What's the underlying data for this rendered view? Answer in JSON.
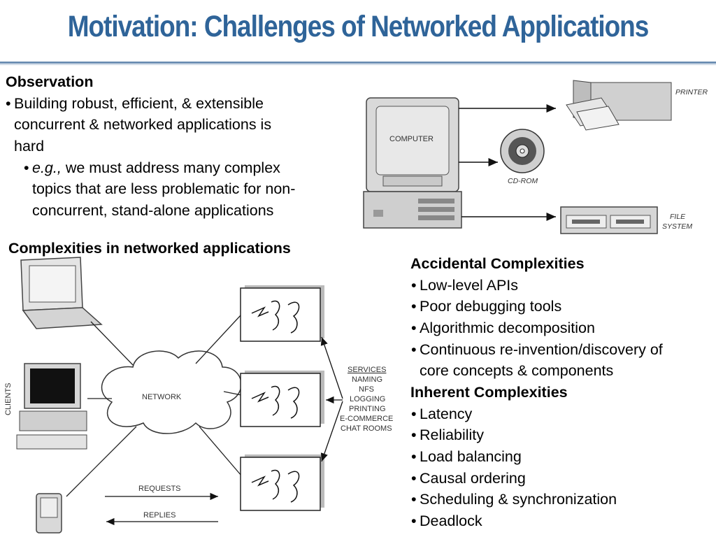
{
  "title": "Motivation: Challenges of Networked Applications",
  "observation": {
    "heading": "Observation",
    "bullet_lines": [
      "Building robust, efficient, & extensible",
      "concurrent & networked applications is",
      "hard"
    ],
    "sub_em": "e.g.,",
    "sub_first": " we must address many complex",
    "sub_lines": [
      "topics that are less problematic for non-",
      "concurrent, stand-alone applications"
    ]
  },
  "complexities_heading": "Complexities in networked applications",
  "accidental": {
    "heading": "Accidental Complexities",
    "items": [
      "Low-level APIs",
      "Poor debugging tools",
      "Algorithmic decomposition",
      "Continuous re-invention/discovery of"
    ],
    "continuation": "core concepts & components"
  },
  "inherent": {
    "heading": "Inherent Complexities",
    "items": [
      "Latency",
      "Reliability",
      "Load balancing",
      "Causal ordering",
      "Scheduling & synchronization",
      "Deadlock"
    ]
  },
  "figure_top": {
    "computer": "COMPUTER",
    "printer": "PRINTER",
    "cdrom": "CD-ROM",
    "filesystem": [
      "FILE",
      "SYSTEM"
    ]
  },
  "figure_bottom": {
    "clients": "CLIENTS",
    "network": "NETWORK",
    "services": [
      "SERVICES",
      "NAMING",
      "NFS",
      "LOGGING",
      "PRINTING",
      "E-COMMERCE",
      "CHAT ROOMS"
    ],
    "requests": "REQUESTS",
    "replies": "REPLIES"
  }
}
